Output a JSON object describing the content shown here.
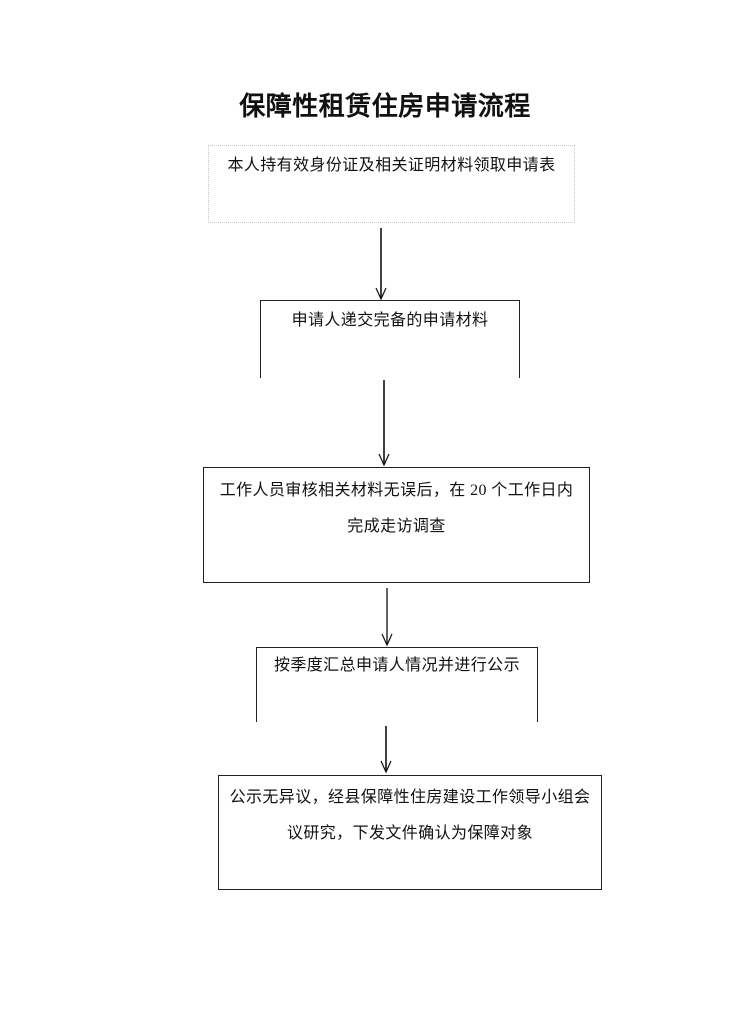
{
  "title": "保障性租赁住房申请流程",
  "steps": [
    {
      "lines": [
        "本人持有效身份证及相关证明材料领取申请表"
      ]
    },
    {
      "lines": [
        "申请人递交完备的申请材料"
      ]
    },
    {
      "lines": [
        "工作人员审核相关材料无误后，在 20 个工作日内",
        "完成走访调查"
      ]
    },
    {
      "lines": [
        "按季度汇总申请人情况并进行公示"
      ]
    },
    {
      "lines": [
        "公示无异议，经县保障性住房建设工作领导小组会",
        "议研究，下发文件确认为保障对象"
      ]
    }
  ]
}
